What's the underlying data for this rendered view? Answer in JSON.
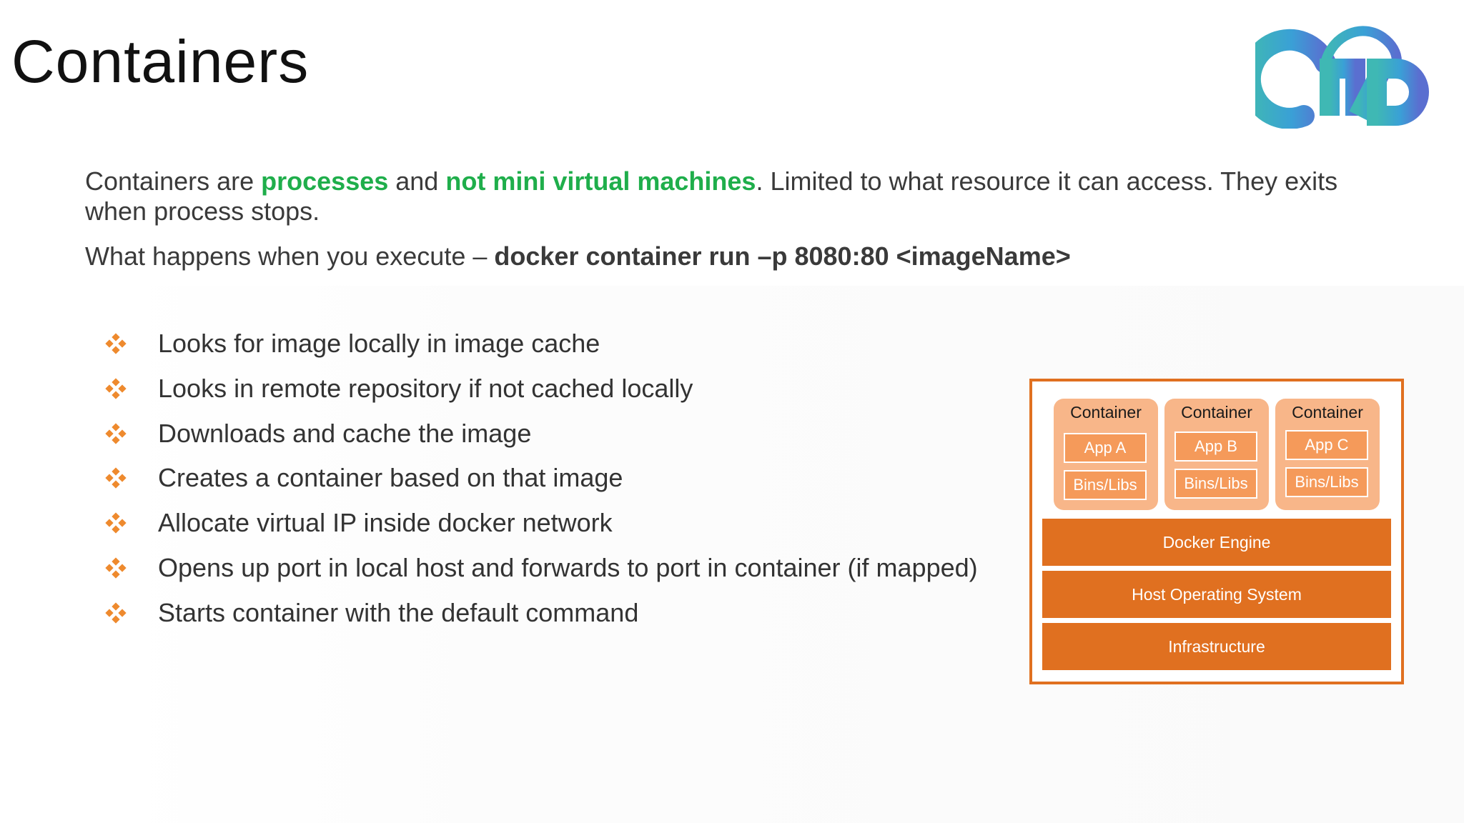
{
  "slide": {
    "title": "Containers"
  },
  "intro": {
    "p1_a": "Containers are ",
    "p1_hl1": "processes",
    "p1_b": " and ",
    "p1_hl2": "not mini virtual machines",
    "p1_c": ". Limited to what resource it can access. They exits when process stops.",
    "p2_a": "What happens when you execute – ",
    "p2_cmd": "docker container run –p 8080:80 <imageName>"
  },
  "bullets": [
    "Looks for image locally in image cache",
    "Looks in remote repository if not cached locally",
    "Downloads and cache the image",
    "Creates a container based on that image",
    "Allocate virtual IP inside docker network",
    "Opens up port in local host and forwards to port in container (if mapped)",
    "Starts container with the default command"
  ],
  "diagram": {
    "containers": [
      {
        "label": "Container",
        "app": "App A",
        "libs": "Bins/Libs"
      },
      {
        "label": "Container",
        "app": "App B",
        "libs": "Bins/Libs"
      },
      {
        "label": "Container",
        "app": "App C",
        "libs": "Bins/Libs"
      }
    ],
    "layers": [
      "Docker Engine",
      "Host Operating System",
      "Infrastructure"
    ]
  },
  "colors": {
    "highlight": "#1fae4b",
    "bullet_mark": "#ee8a2e",
    "layer": "#e07020",
    "container_bg": "#f8b689",
    "inner_box": "#f59a5a"
  },
  "icons": {
    "logo": "cloud-cnd-logo",
    "bullet": "diamond-bullet-icon"
  }
}
